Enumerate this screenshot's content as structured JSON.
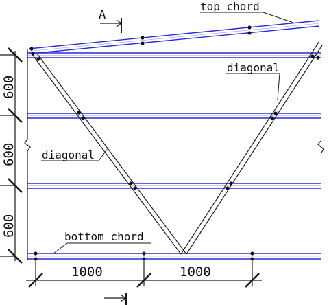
{
  "labels": {
    "top_chord": "top chord",
    "diagonal_upper": "diagonal",
    "diagonal_lower": "diagonal",
    "bottom_chord": "bottom chord",
    "section_mark": "A"
  },
  "dimensions": {
    "vertical": [
      "600",
      "600",
      "600"
    ],
    "horizontal": [
      "1000",
      "1000"
    ]
  },
  "colors": {
    "member_blue": "#2a2ad6",
    "line_dark": "#1a1a1a"
  }
}
